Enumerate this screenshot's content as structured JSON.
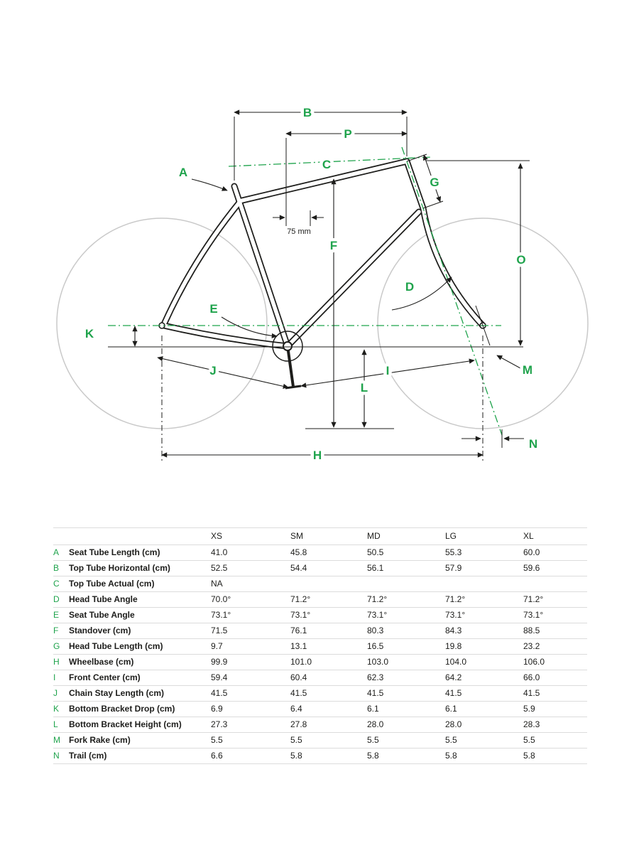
{
  "colors": {
    "accent_green": "#1fa34c",
    "line_dark": "#1d1d1b",
    "wheel_gray": "#c9c9c9",
    "table_border": "#dcdcdc"
  },
  "diagram": {
    "labels": {
      "A": "A",
      "B": "B",
      "C": "C",
      "D": "D",
      "E": "E",
      "F": "F",
      "G": "G",
      "H": "H",
      "I": "I",
      "J": "J",
      "K": "K",
      "L": "L",
      "M": "M",
      "N": "N",
      "O": "O",
      "P": "P"
    },
    "note_75mm": "75 mm"
  },
  "table": {
    "header": [
      "XS",
      "SM",
      "MD",
      "LG",
      "XL"
    ],
    "rows": [
      {
        "letter": "A",
        "label": "Seat Tube Length (cm)",
        "values": [
          "41.0",
          "45.8",
          "50.5",
          "55.3",
          "60.0"
        ]
      },
      {
        "letter": "B",
        "label": "Top Tube Horizontal (cm)",
        "values": [
          "52.5",
          "54.4",
          "56.1",
          "57.9",
          "59.6"
        ]
      },
      {
        "letter": "C",
        "label": "Top Tube Actual (cm)",
        "values": [
          "NA",
          "",
          "",
          "",
          ""
        ]
      },
      {
        "letter": "D",
        "label": "Head Tube Angle",
        "values": [
          "70.0°",
          "71.2°",
          "71.2°",
          "71.2°",
          "71.2°"
        ]
      },
      {
        "letter": "E",
        "label": "Seat Tube Angle",
        "values": [
          "73.1°",
          "73.1°",
          "73.1°",
          "73.1°",
          "73.1°"
        ]
      },
      {
        "letter": "F",
        "label": "Standover (cm)",
        "values": [
          "71.5",
          "76.1",
          "80.3",
          "84.3",
          "88.5"
        ]
      },
      {
        "letter": "G",
        "label": "Head Tube Length (cm)",
        "values": [
          "9.7",
          "13.1",
          "16.5",
          "19.8",
          "23.2"
        ]
      },
      {
        "letter": "H",
        "label": "Wheelbase (cm)",
        "values": [
          "99.9",
          "101.0",
          "103.0",
          "104.0",
          "106.0"
        ]
      },
      {
        "letter": "I",
        "label": "Front Center (cm)",
        "values": [
          "59.4",
          "60.4",
          "62.3",
          "64.2",
          "66.0"
        ]
      },
      {
        "letter": "J",
        "label": "Chain Stay Length (cm)",
        "values": [
          "41.5",
          "41.5",
          "41.5",
          "41.5",
          "41.5"
        ]
      },
      {
        "letter": "K",
        "label": "Bottom Bracket Drop (cm)",
        "values": [
          "6.9",
          "6.4",
          "6.1",
          "6.1",
          "5.9"
        ]
      },
      {
        "letter": "L",
        "label": "Bottom Bracket Height (cm)",
        "values": [
          "27.3",
          "27.8",
          "28.0",
          "28.0",
          "28.3"
        ]
      },
      {
        "letter": "M",
        "label": "Fork Rake (cm)",
        "values": [
          "5.5",
          "5.5",
          "5.5",
          "5.5",
          "5.5"
        ]
      },
      {
        "letter": "N",
        "label": "Trail (cm)",
        "values": [
          "6.6",
          "5.8",
          "5.8",
          "5.8",
          "5.8"
        ]
      }
    ]
  }
}
